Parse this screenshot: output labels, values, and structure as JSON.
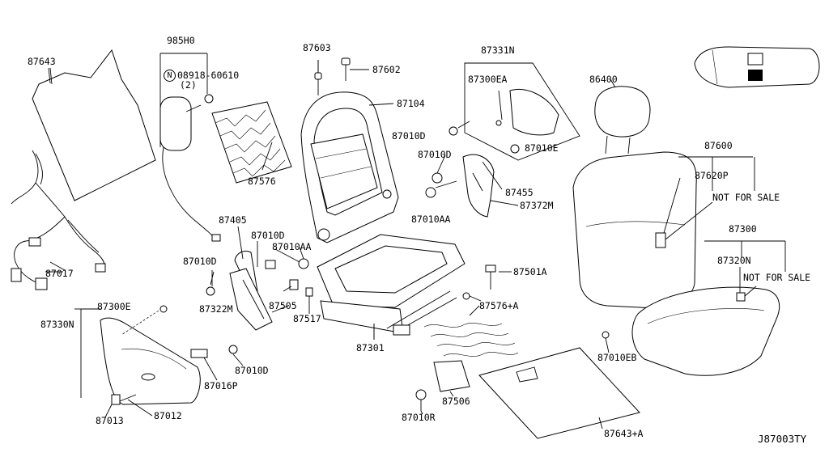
{
  "diagram_code": "J87003TY",
  "not_for_sale_text": "NOT FOR SALE",
  "callouts": {
    "p87643": "87643",
    "p985h0": "985H0",
    "p08918": "08918-60610",
    "p08918_qty": "(2)",
    "p08918_prefix": "N",
    "p87603": "87603",
    "p87602": "87602",
    "p87104": "87104",
    "p87331n": "87331N",
    "p87300ea": "87300EA",
    "p87010e": "87010E",
    "p86400": "86400",
    "p87010d_a": "87010D",
    "p87010d_b": "87010D",
    "p87455": "87455",
    "p87010aa_a": "87010AA",
    "p87372m": "87372M",
    "p87600": "87600",
    "p87620p": "87620P",
    "p87576": "87576",
    "p87017": "87017",
    "p87405": "87405",
    "p87010d_c": "87010D",
    "p87010aa_b": "87010AA",
    "p87010d_d": "87010D",
    "p87300": "87300",
    "p87320n": "87320N",
    "p87501a": "87501A",
    "p87322m": "87322M",
    "p87505": "87505",
    "p87300e": "87300E",
    "p87330n": "87330N",
    "p87517": "87517",
    "p87576a": "87576+A",
    "p87301": "87301",
    "p87010eb": "87010EB",
    "p87010d_e": "87010D",
    "p87016p": "87016P",
    "p87506": "87506",
    "p87010r": "87010R",
    "p87013": "87013",
    "p87012": "87012",
    "p87643a": "87643+A"
  }
}
